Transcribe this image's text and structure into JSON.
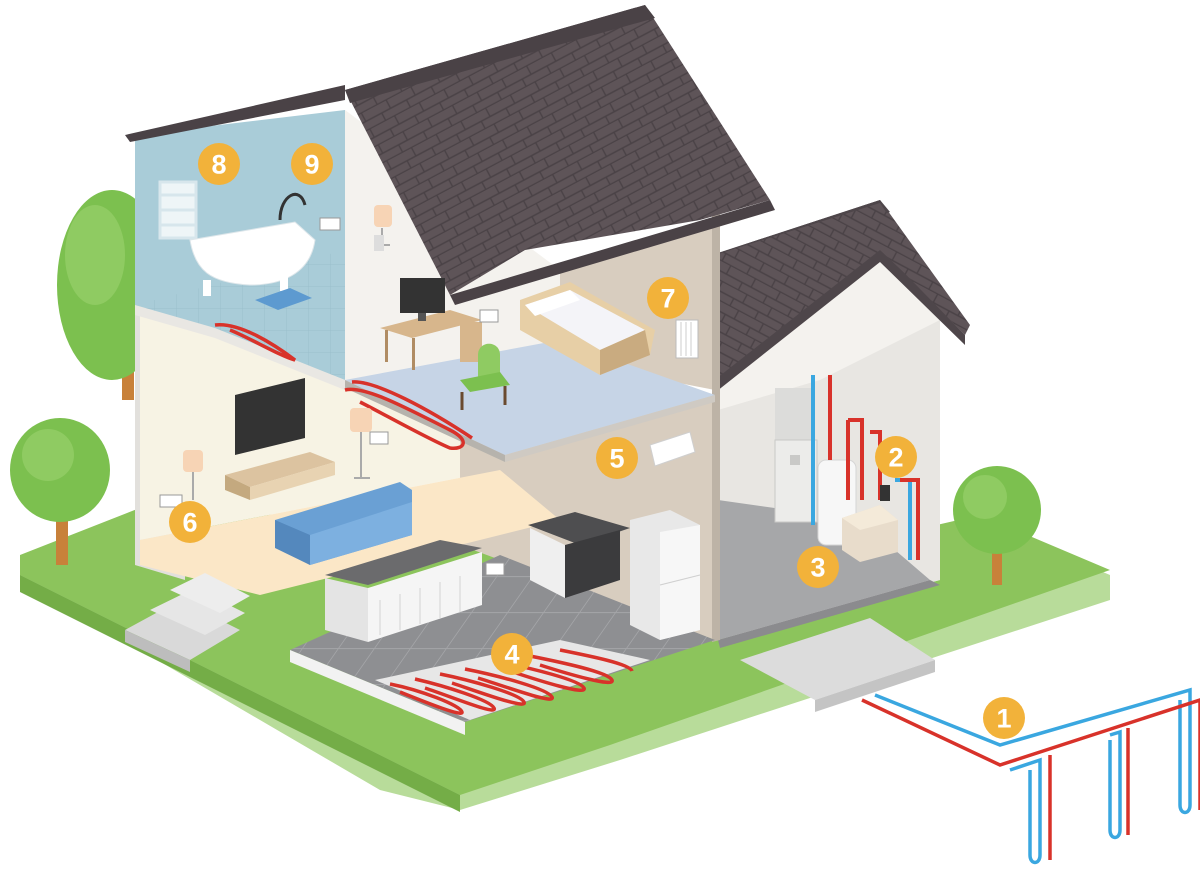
{
  "colors": {
    "badge": "#f2b23a",
    "hot_pipe": "#d8322a",
    "cold_pipe": "#3aa7e0",
    "roof": "#5e5458",
    "grass": "#8cc45c",
    "tree": "#7cc04f",
    "wall_light": "#f4f2ee",
    "wall_beige": "#d8cdbf",
    "bathroom": "#a9ccd8",
    "floor_blue": "#c6d4e6",
    "floor_beige": "#fbe7c7",
    "floor_grey": "#9a9a9c",
    "utility_floor": "#a6a7a9"
  },
  "icons": [
    "tree-icon",
    "heat-pump-icon",
    "hot-water-tank-icon",
    "radiator-icon",
    "bathtub-icon",
    "towel-radiator-icon",
    "tv-icon",
    "sofa-icon",
    "bed-icon",
    "desk-icon",
    "chair-icon",
    "fridge-icon",
    "stove-icon",
    "air-unit-icon",
    "lamp-icon"
  ],
  "markers": [
    {
      "id": "marker-1",
      "label": "1"
    },
    {
      "id": "marker-2",
      "label": "2"
    },
    {
      "id": "marker-3",
      "label": "3"
    },
    {
      "id": "marker-4",
      "label": "4"
    },
    {
      "id": "marker-5",
      "label": "5"
    },
    {
      "id": "marker-6",
      "label": "6"
    },
    {
      "id": "marker-7",
      "label": "7"
    },
    {
      "id": "marker-8",
      "label": "8"
    },
    {
      "id": "marker-9",
      "label": "9"
    }
  ]
}
